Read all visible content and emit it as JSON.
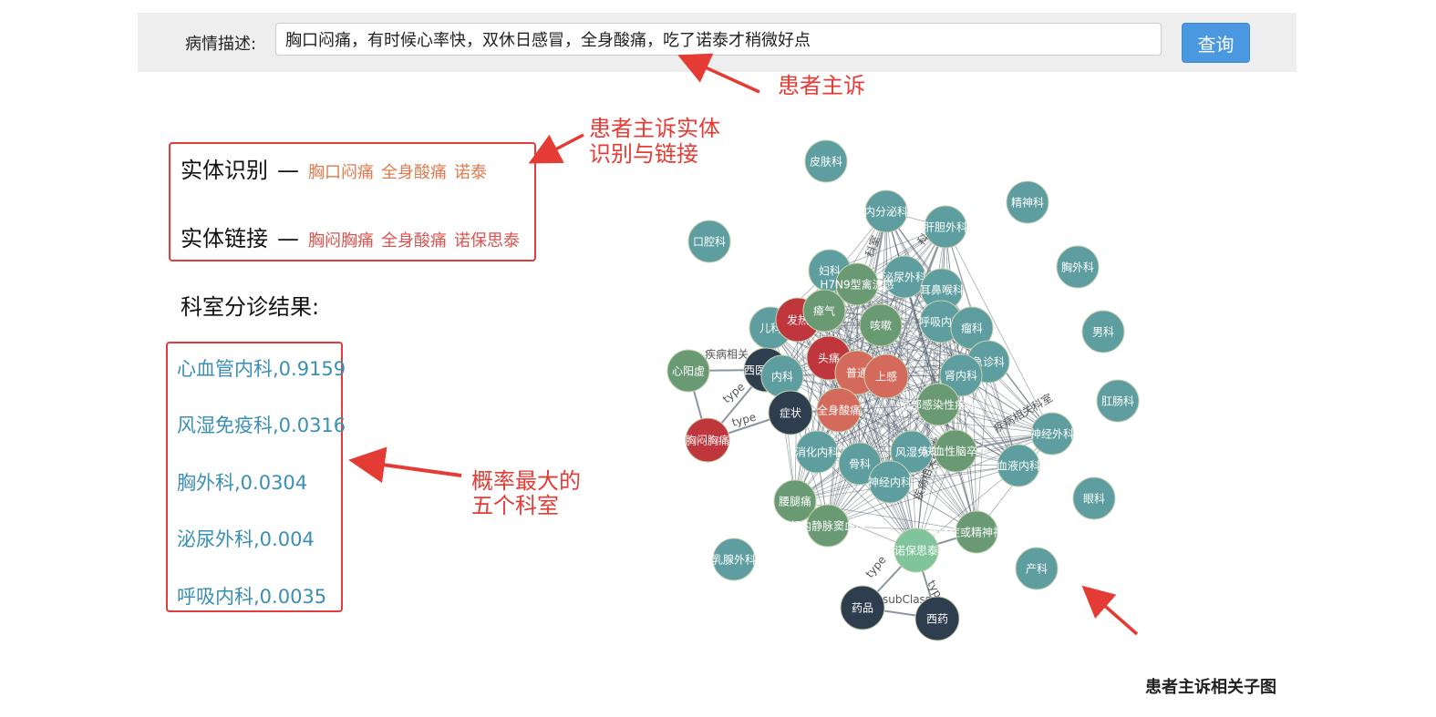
{
  "query": {
    "label": "病情描述:",
    "value": "胸口闷痛，有时候心率快，双休日感冒，全身酸痛，吃了诺泰才稍微好点",
    "button": "查询"
  },
  "annotations": {
    "complaint": "患者主诉",
    "entity_line1": "患者主诉实体",
    "entity_line2": "识别与链接",
    "prob_line1": "概率最大的",
    "prob_line2": "五个科室",
    "graph_caption": "患者主诉相关子图"
  },
  "entity": {
    "recognition_label": "实体识别",
    "recognition_terms": [
      "胸口闷痛",
      "全身酸痛",
      "诺泰"
    ],
    "linking_label": "实体链接",
    "linking_terms": [
      "胸闷胸痛",
      "全身酸痛",
      "诺保思泰"
    ],
    "dash": "—"
  },
  "triage": {
    "title": "科室分诊结果:",
    "results": [
      "心血管内科,0.9159",
      "风湿免疫科,0.0316",
      "胸外科,0.0304",
      "泌尿外科,0.004",
      "呼吸内科,0.0035"
    ]
  },
  "colors": {
    "teal": "#5e9ea0",
    "green": "#6a9a74",
    "dark": "#2f3e4f",
    "red": "#c0363d",
    "salmon": "#d46a5c",
    "light_green": "#7fc49a",
    "accent": "#e53b35"
  },
  "graph": {
    "nodes": [
      {
        "id": "皮肤科",
        "label": "皮肤科",
        "color": "teal"
      },
      {
        "id": "内分泌科",
        "label": "内分泌科",
        "color": "teal"
      },
      {
        "id": "精神科",
        "label": "精神科",
        "color": "teal"
      },
      {
        "id": "肝胆外科",
        "label": "肝胆外科",
        "color": "teal"
      },
      {
        "id": "口腔科",
        "label": "口腔科",
        "color": "teal"
      },
      {
        "id": "胸外科",
        "label": "胸外科",
        "color": "teal"
      },
      {
        "id": "妇科",
        "label": "妇科",
        "color": "teal"
      },
      {
        "id": "泌尿外科",
        "label": "泌尿外科",
        "color": "teal"
      },
      {
        "id": "H7N9型禽流感",
        "label": "H7N9型禽流感",
        "color": "green"
      },
      {
        "id": "耳鼻喉科",
        "label": "耳鼻喉科",
        "color": "teal"
      },
      {
        "id": "男科",
        "label": "男科",
        "color": "teal"
      },
      {
        "id": "儿科",
        "label": "儿科",
        "color": "teal"
      },
      {
        "id": "发热",
        "label": "发热",
        "color": "red"
      },
      {
        "id": "瘴气",
        "label": "瘴气",
        "color": "green"
      },
      {
        "id": "咳嗽",
        "label": "咳嗽",
        "color": "green"
      },
      {
        "id": "呼吸内科",
        "label": "呼吸内科",
        "color": "teal"
      },
      {
        "id": "肿瘤科",
        "label": "瘤科",
        "color": "teal"
      },
      {
        "id": "急诊科",
        "label": "急诊科",
        "color": "teal"
      },
      {
        "id": "心阳虚",
        "label": "心阳虚",
        "color": "green"
      },
      {
        "id": "西医症状",
        "label": "西医症状",
        "color": "dark"
      },
      {
        "id": "头痛",
        "label": "头痛",
        "color": "red"
      },
      {
        "id": "普通",
        "label": "普通",
        "color": "salmon"
      },
      {
        "id": "上感",
        "label": "上感",
        "color": "salmon"
      },
      {
        "id": "心内科",
        "label": "内科",
        "color": "teal"
      },
      {
        "id": "肾内科",
        "label": "肾内科",
        "color": "teal"
      },
      {
        "id": "肛肠科",
        "label": "肛肠科",
        "color": "teal"
      },
      {
        "id": "症状",
        "label": "症状",
        "color": "dark"
      },
      {
        "id": "全身酸痛",
        "label": "全身酸痛",
        "color": "salmon"
      },
      {
        "id": "肺部感染性疾病",
        "label": "肺部感染性疾病",
        "color": "green"
      },
      {
        "id": "胸闷胸痛",
        "label": "胸闷胸痛",
        "color": "red"
      },
      {
        "id": "神经外科",
        "label": "神经外科",
        "color": "teal"
      },
      {
        "id": "消化内科",
        "label": "消化内科",
        "color": "teal"
      },
      {
        "id": "骨科",
        "label": "骨科",
        "color": "teal"
      },
      {
        "id": "风湿免疫科",
        "label": "风湿免",
        "color": "teal"
      },
      {
        "id": "缺血性脑卒中",
        "label": "缺血性脑卒中",
        "color": "green"
      },
      {
        "id": "血液内科",
        "label": "血液内科",
        "color": "teal"
      },
      {
        "id": "眼科",
        "label": "眼科",
        "color": "teal"
      },
      {
        "id": "神经内科",
        "label": "神经内科",
        "color": "teal"
      },
      {
        "id": "腰腿痛",
        "label": "腰腿痛",
        "color": "green"
      },
      {
        "id": "颅内静脉窦血栓",
        "label": "颅内静脉窦血栓",
        "color": "green"
      },
      {
        "id": "神经症或精神神经症",
        "label": "神经症或精神神经症",
        "color": "green"
      },
      {
        "id": "诺保思泰",
        "label": "诺保思泰",
        "color": "light_green"
      },
      {
        "id": "乳腺外科",
        "label": "乳腺外科",
        "color": "teal"
      },
      {
        "id": "产科",
        "label": "产科",
        "color": "teal"
      },
      {
        "id": "药品",
        "label": "药品",
        "color": "dark"
      },
      {
        "id": "西药",
        "label": "西药",
        "color": "dark"
      }
    ],
    "edge_labels": [
      "疾病相关",
      "type",
      "type",
      "type",
      "type",
      "subClass",
      "科室",
      "科室",
      "疾病相关科室",
      "疾病相关科室"
    ]
  }
}
